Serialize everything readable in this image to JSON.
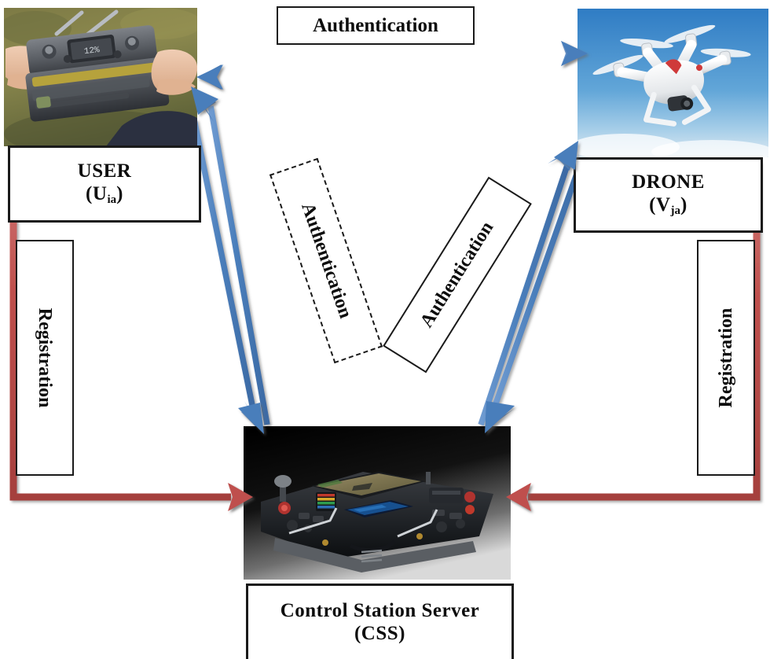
{
  "diagram": {
    "title": "Drone user authentication and registration architecture",
    "background": "#ffffff"
  },
  "colors": {
    "authentication_arrow": "#4a7ebb",
    "registration_arrow": "#bf504d",
    "box_border": "#1a1a1a",
    "box_fill": "#ffffff",
    "text": "#0d0d0d"
  },
  "nodes": {
    "user": {
      "label_line1": "USER",
      "label_line2_prefix": "(U",
      "label_line2_sub": "ia",
      "label_line2_suffix": ")",
      "image_alt": "person holding a drone remote controller outdoors"
    },
    "drone": {
      "label_line1": "DRONE",
      "label_line2_prefix": "(V",
      "label_line2_sub": "ja",
      "label_line2_suffix": ")",
      "image_alt": "white quadcopter drone flying against a blue sky"
    },
    "css": {
      "label_line1": "Control Station Server",
      "label_line2": "(CSS)",
      "image_alt": "black rugged ground control station console with map display"
    }
  },
  "edge_labels": {
    "auth_top": "Authentication",
    "auth_user_css": "Authentication",
    "auth_drone_css": "Authentication",
    "reg_user_css": "Registration",
    "reg_drone_css": "Registration"
  },
  "edges": [
    {
      "id": "user-to-drone",
      "from": "user",
      "to": "drone",
      "label": "Authentication",
      "color": "#4a7ebb",
      "direction": "right"
    },
    {
      "id": "drone-to-user",
      "from": "drone",
      "to": "user",
      "label": "Authentication",
      "color": "#4a7ebb",
      "direction": "left"
    },
    {
      "id": "user-to-css",
      "from": "user",
      "to": "css",
      "label": "Authentication",
      "color": "#4a7ebb",
      "direction": "down"
    },
    {
      "id": "css-to-user",
      "from": "css",
      "to": "user",
      "label": "Authentication",
      "color": "#4a7ebb",
      "direction": "up"
    },
    {
      "id": "drone-to-css",
      "from": "drone",
      "to": "css",
      "label": "Authentication",
      "color": "#4a7ebb",
      "direction": "down"
    },
    {
      "id": "css-to-drone",
      "from": "css",
      "to": "drone",
      "label": "Authentication",
      "color": "#4a7ebb",
      "direction": "up"
    },
    {
      "id": "user-reg-css",
      "from": "user",
      "to": "css",
      "label": "Registration",
      "color": "#bf504d",
      "direction": "right"
    },
    {
      "id": "drone-reg-css",
      "from": "drone",
      "to": "css",
      "label": "Registration",
      "color": "#bf504d",
      "direction": "left"
    }
  ]
}
